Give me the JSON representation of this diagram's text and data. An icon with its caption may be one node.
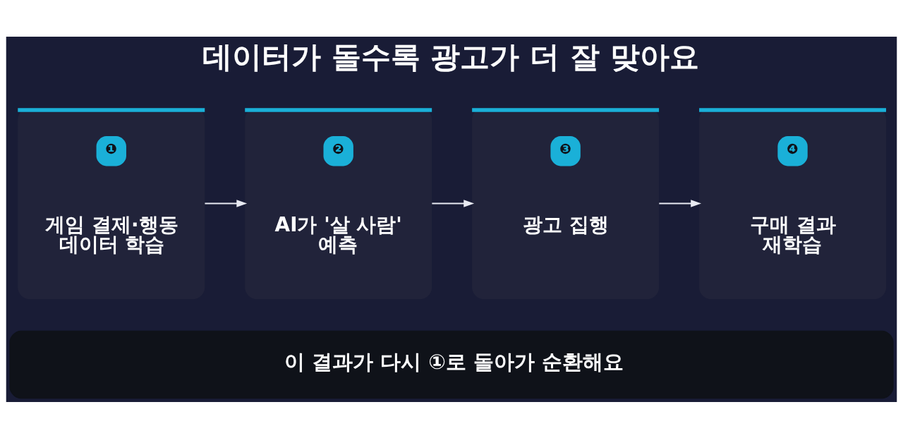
{
  "diagram": {
    "title": "데이터가 돌수록 광고가 더 잘 맞아요",
    "nodes": [
      {
        "text": [
          "❶",
          "게임 결제·행동 데이터 학습"
        ]
      },
      {
        "text": [
          "❷",
          "AI가 '살 사람' 예측"
        ]
      },
      {
        "text": [
          "❸",
          "광고 집행"
        ]
      },
      {
        "text": [
          "❹",
          "구매 결과 재학습"
        ]
      },
      {
        "text": [
          "이 결과가 다시 ①로 돌아가 순환해요"
        ]
      }
    ],
    "edges": [
      {
        "from": 0,
        "to": 1,
        "arrow": "to"
      },
      {
        "from": 1,
        "to": 2,
        "arrow": "to"
      },
      {
        "from": 2,
        "to": 3,
        "arrow": "to"
      }
    ]
  }
}
